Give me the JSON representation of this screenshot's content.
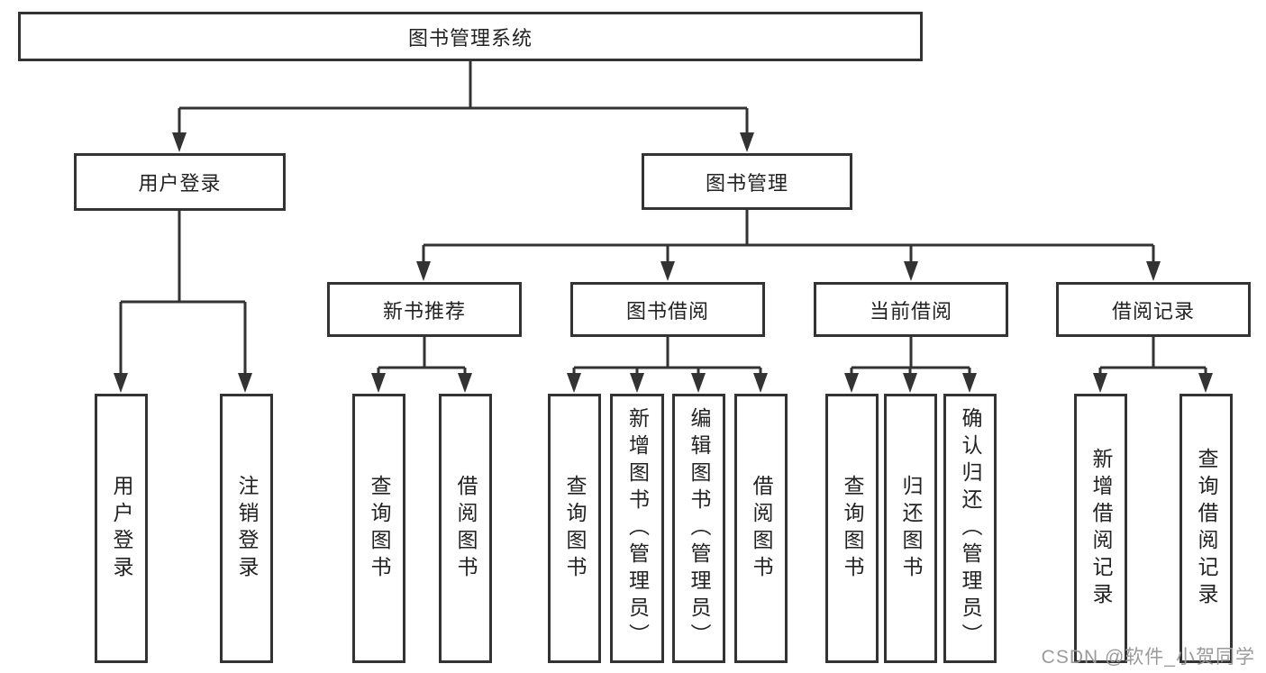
{
  "diagram": {
    "type": "hierarchy-tree",
    "colors": {
      "line": "#333333",
      "box_border": "#333333",
      "box_fill": "#ffffff",
      "text": "#222222",
      "watermark": "#9a9a9a",
      "background": "#ffffff"
    },
    "tree": {
      "root": {
        "label": "图书管理系统",
        "children": [
          {
            "label": "用户登录",
            "children": [
              {
                "label": "用户登录"
              },
              {
                "label": "注销登录"
              }
            ]
          },
          {
            "label": "图书管理",
            "children": [
              {
                "label": "新书推荐",
                "children": [
                  {
                    "label": "查询图书"
                  },
                  {
                    "label": "借阅图书"
                  }
                ]
              },
              {
                "label": "图书借阅",
                "children": [
                  {
                    "label": "查询图书"
                  },
                  {
                    "label": "新增图书（管理员）"
                  },
                  {
                    "label": "编辑图书（管理员）"
                  },
                  {
                    "label": "借阅图书"
                  }
                ]
              },
              {
                "label": "当前借阅",
                "children": [
                  {
                    "label": "查询图书"
                  },
                  {
                    "label": "归还图书"
                  },
                  {
                    "label": "确认归还（管理员）"
                  }
                ]
              },
              {
                "label": "借阅记录",
                "children": [
                  {
                    "label": "新增借阅记录"
                  },
                  {
                    "label": "查询借阅记录"
                  }
                ]
              }
            ]
          }
        ]
      }
    },
    "watermark": {
      "text": "CSDN @软件_小贺同学"
    }
  }
}
